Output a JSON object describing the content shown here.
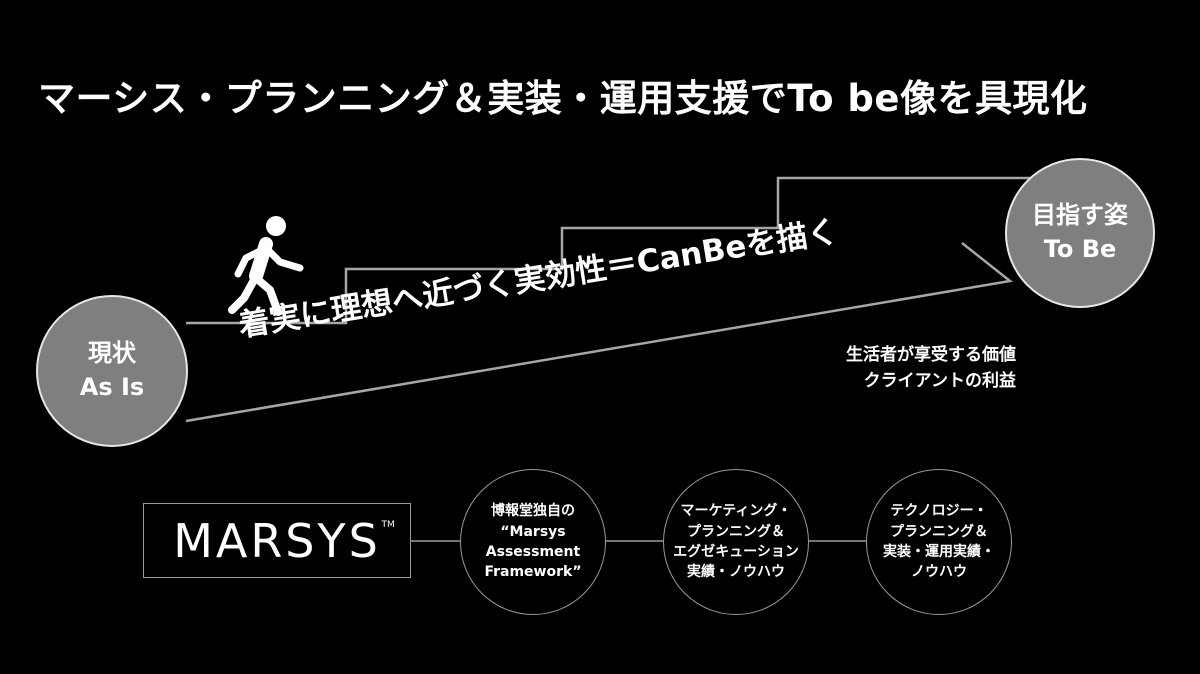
{
  "title": "マーシス・プランニング＆実装・運用支援でTo be像を具現化",
  "as_is": {
    "line1": "現状",
    "line2": "As Is"
  },
  "to_be": {
    "line1": "目指す姿",
    "line2": "To Be"
  },
  "slogan": "着実に理想へ近づく実効性＝CanBeを描く",
  "benefits": {
    "line1": "生活者が享受する価値",
    "line2": "クライアントの利益"
  },
  "marsys": {
    "logo": "MARSYS",
    "tm": "TM"
  },
  "capabilities": [
    {
      "text": "博報堂独自の\n“Marsys\nAssessment\nFramework”"
    },
    {
      "text": "マーケティング・\nプランニング＆\nエグゼキューション\n実績・ノウハウ"
    },
    {
      "text": "テクノロジー・\nプランニング＆\n実装・運用実績・\nノウハウ"
    }
  ],
  "icons": {
    "walker": "person-walking-icon"
  },
  "colors": {
    "background": "#000000",
    "node_fill": "#7f7f7f",
    "line": "#a6a6a6"
  }
}
